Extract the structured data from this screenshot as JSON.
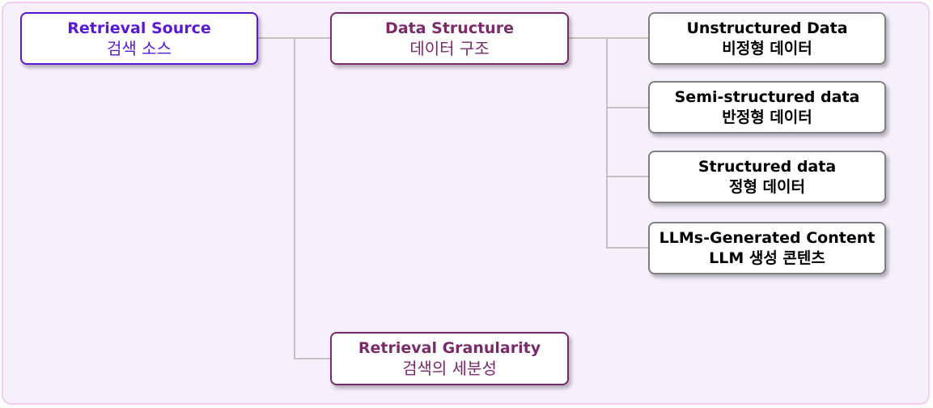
{
  "colors": {
    "frame_border": "#f3cdef",
    "frame_fill": "#f6f0fd",
    "root_color": "#5b17d6",
    "mid_color": "#7a2a6a",
    "leaf_border": "#808080",
    "connector": "#c2c2c2"
  },
  "root": {
    "line1": "Retrieval Source",
    "line2": "검색 소스"
  },
  "data_structure": {
    "line1": "Data Structure",
    "line2": "데이터 구조"
  },
  "granularity": {
    "line1": "Retrieval Granularity",
    "line2": "검색의 세분성"
  },
  "leaves": [
    {
      "line1": "Unstructured Data",
      "line2": "비정형 데이터"
    },
    {
      "line1": "Semi-structured data",
      "line2": "반정형 데이터"
    },
    {
      "line1": "Structured data",
      "line2": "정형 데이터"
    },
    {
      "line1": "LLMs-Generated Content",
      "line2": "LLM 생성 콘텐츠"
    }
  ]
}
